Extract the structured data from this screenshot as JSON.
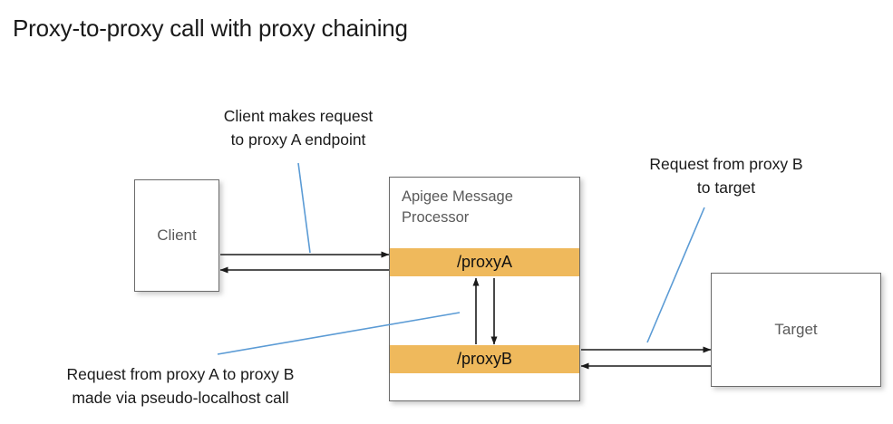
{
  "title": "Proxy-to-proxy call with proxy chaining",
  "colors": {
    "proxy_band": "#efb95c",
    "box_border": "#6b6b6b",
    "box_text": "#5a5a5a",
    "arrow": "#1a1a1a",
    "leader_line": "#5b9bd5",
    "background": "#ffffff"
  },
  "nodes": {
    "client": {
      "label": "Client"
    },
    "target": {
      "label": "Target"
    },
    "message_processor": {
      "label": "Apigee Message\nProcessor",
      "bands": [
        {
          "label": "/proxyA"
        },
        {
          "label": "/proxyB"
        }
      ]
    }
  },
  "annotations": {
    "client_request": "Client makes request\nto proxy A endpoint",
    "proxy_b_to_target": "Request from proxy B\nto target",
    "proxy_chain": "Request from proxy A to proxy B\nmade via pseudo-localhost call"
  },
  "flows": [
    {
      "name": "client-to-proxyA",
      "from": "client",
      "to": "/proxyA",
      "direction": "right"
    },
    {
      "name": "proxyA-to-client",
      "from": "/proxyA",
      "to": "client",
      "direction": "left"
    },
    {
      "name": "proxyB-to-proxyA",
      "from": "/proxyB",
      "to": "/proxyA",
      "direction": "up"
    },
    {
      "name": "proxyA-to-proxyB",
      "from": "/proxyA",
      "to": "/proxyB",
      "direction": "down"
    },
    {
      "name": "proxyB-to-target",
      "from": "/proxyB",
      "to": "target",
      "direction": "right"
    },
    {
      "name": "target-to-proxyB",
      "from": "target",
      "to": "/proxyB",
      "direction": "left"
    }
  ]
}
